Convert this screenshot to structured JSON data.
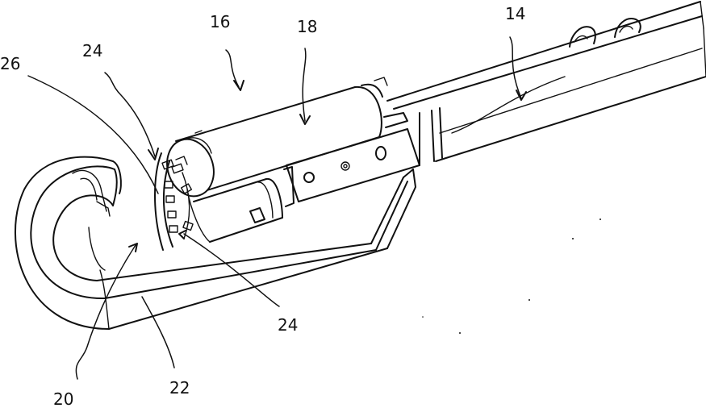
{
  "figure": {
    "reference_numerals": {
      "shaft": "14",
      "assembly": "16",
      "housing": "18",
      "hook_opening": "20",
      "base_plate": "22",
      "chain_upper": "24",
      "chain_lower": "24",
      "link_element": "26"
    }
  }
}
